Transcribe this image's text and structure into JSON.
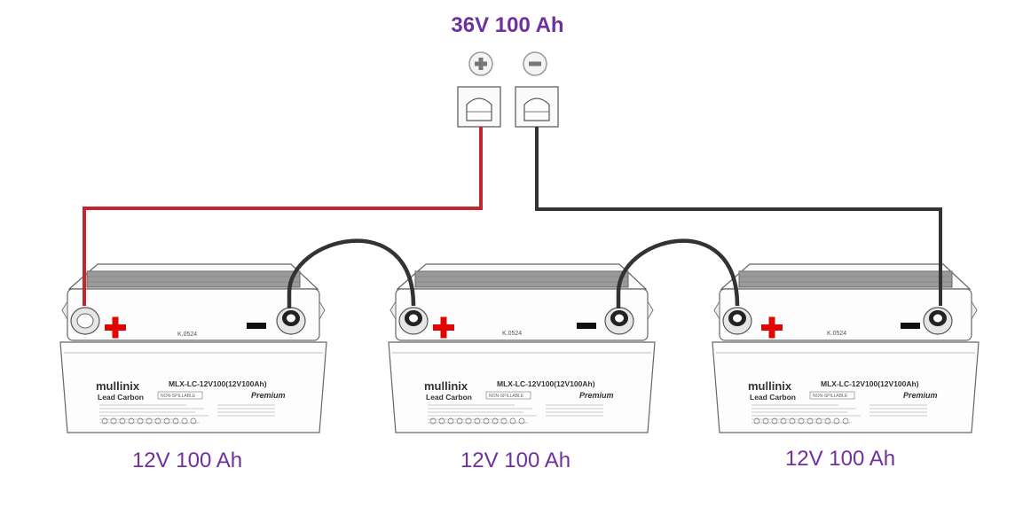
{
  "system": {
    "label": "36V 100 Ah",
    "positive_color": "#c1272d",
    "negative_color": "#333333",
    "accent_color": "#7030a0"
  },
  "batteries": [
    {
      "capacity_label": "12V 100 Ah",
      "brand": "mullinix",
      "model": "MLX-LC-12V100(12V100Ah)",
      "type": "Lead Carbon",
      "tier": "Premium",
      "non_spillable": "NON-SPILLABLE",
      "code": "K.0524"
    },
    {
      "capacity_label": "12V 100 Ah",
      "brand": "mullinix",
      "model": "MLX-LC-12V100(12V100Ah)",
      "type": "Lead Carbon",
      "tier": "Premium",
      "non_spillable": "NON-SPILLABLE",
      "code": "K.0524"
    },
    {
      "capacity_label": "12V 100 Ah",
      "brand": "mullinix",
      "model": "MLX-LC-12V100(12V100Ah)",
      "type": "Lead Carbon",
      "tier": "Premium",
      "non_spillable": "NON-SPILLABLE",
      "code": "K.0524"
    }
  ]
}
